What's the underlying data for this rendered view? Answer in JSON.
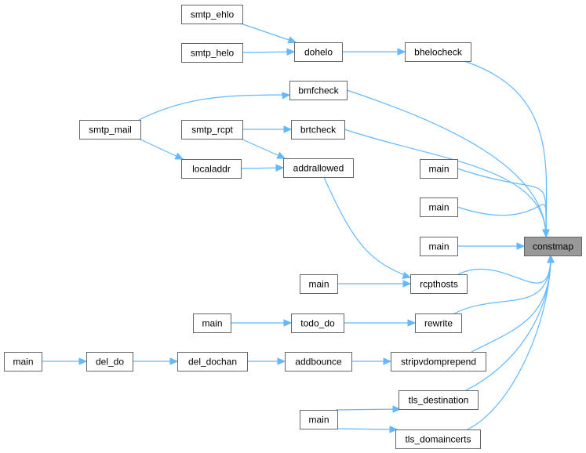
{
  "graph": {
    "root": "constmap",
    "nodes": [
      {
        "id": "constmap",
        "label": "constmap"
      },
      {
        "id": "bhelocheck",
        "label": "bhelocheck"
      },
      {
        "id": "dohelo",
        "label": "dohelo"
      },
      {
        "id": "smtp_ehlo",
        "label": "smtp_ehlo"
      },
      {
        "id": "smtp_helo",
        "label": "smtp_helo"
      },
      {
        "id": "bmfcheck",
        "label": "bmfcheck"
      },
      {
        "id": "smtp_mail",
        "label": "smtp_mail"
      },
      {
        "id": "brtcheck",
        "label": "brtcheck"
      },
      {
        "id": "smtp_rcpt",
        "label": "smtp_rcpt"
      },
      {
        "id": "addrallowed",
        "label": "addrallowed"
      },
      {
        "id": "localaddr",
        "label": "localaddr"
      },
      {
        "id": "main1",
        "label": "main"
      },
      {
        "id": "main2",
        "label": "main"
      },
      {
        "id": "main3",
        "label": "main"
      },
      {
        "id": "rcpthosts",
        "label": "rcpthosts"
      },
      {
        "id": "main4",
        "label": "main"
      },
      {
        "id": "rewrite",
        "label": "rewrite"
      },
      {
        "id": "todo_do",
        "label": "todo_do"
      },
      {
        "id": "main5",
        "label": "main"
      },
      {
        "id": "stripvdomprepend",
        "label": "stripvdomprepend"
      },
      {
        "id": "addbounce",
        "label": "addbounce"
      },
      {
        "id": "del_dochan",
        "label": "del_dochan"
      },
      {
        "id": "del_do",
        "label": "del_do"
      },
      {
        "id": "main6",
        "label": "main"
      },
      {
        "id": "tls_destination",
        "label": "tls_destination"
      },
      {
        "id": "tls_domaincerts",
        "label": "tls_domaincerts"
      },
      {
        "id": "main7",
        "label": "main"
      }
    ],
    "edges": [
      {
        "from": "smtp_ehlo",
        "to": "dohelo"
      },
      {
        "from": "smtp_helo",
        "to": "dohelo"
      },
      {
        "from": "dohelo",
        "to": "bhelocheck"
      },
      {
        "from": "bhelocheck",
        "to": "constmap"
      },
      {
        "from": "smtp_mail",
        "to": "bmfcheck"
      },
      {
        "from": "bmfcheck",
        "to": "constmap"
      },
      {
        "from": "smtp_rcpt",
        "to": "brtcheck"
      },
      {
        "from": "brtcheck",
        "to": "constmap"
      },
      {
        "from": "smtp_rcpt",
        "to": "addrallowed"
      },
      {
        "from": "smtp_mail",
        "to": "localaddr"
      },
      {
        "from": "localaddr",
        "to": "addrallowed"
      },
      {
        "from": "addrallowed",
        "to": "rcpthosts"
      },
      {
        "from": "main1",
        "to": "constmap"
      },
      {
        "from": "main2",
        "to": "constmap"
      },
      {
        "from": "main3",
        "to": "constmap"
      },
      {
        "from": "main4",
        "to": "rcpthosts"
      },
      {
        "from": "rcpthosts",
        "to": "constmap"
      },
      {
        "from": "main5",
        "to": "todo_do"
      },
      {
        "from": "todo_do",
        "to": "rewrite"
      },
      {
        "from": "rewrite",
        "to": "constmap"
      },
      {
        "from": "main6",
        "to": "del_do"
      },
      {
        "from": "del_do",
        "to": "del_dochan"
      },
      {
        "from": "del_dochan",
        "to": "addbounce"
      },
      {
        "from": "addbounce",
        "to": "stripvdomprepend"
      },
      {
        "from": "stripvdomprepend",
        "to": "constmap"
      },
      {
        "from": "main7",
        "to": "tls_destination"
      },
      {
        "from": "main7",
        "to": "tls_domaincerts"
      },
      {
        "from": "tls_destination",
        "to": "constmap"
      },
      {
        "from": "tls_domaincerts",
        "to": "constmap"
      }
    ]
  },
  "colors": {
    "edge": "#63b8ff",
    "node_border": "#666666",
    "node_fill": "#ffffff",
    "root_fill": "#999999"
  }
}
